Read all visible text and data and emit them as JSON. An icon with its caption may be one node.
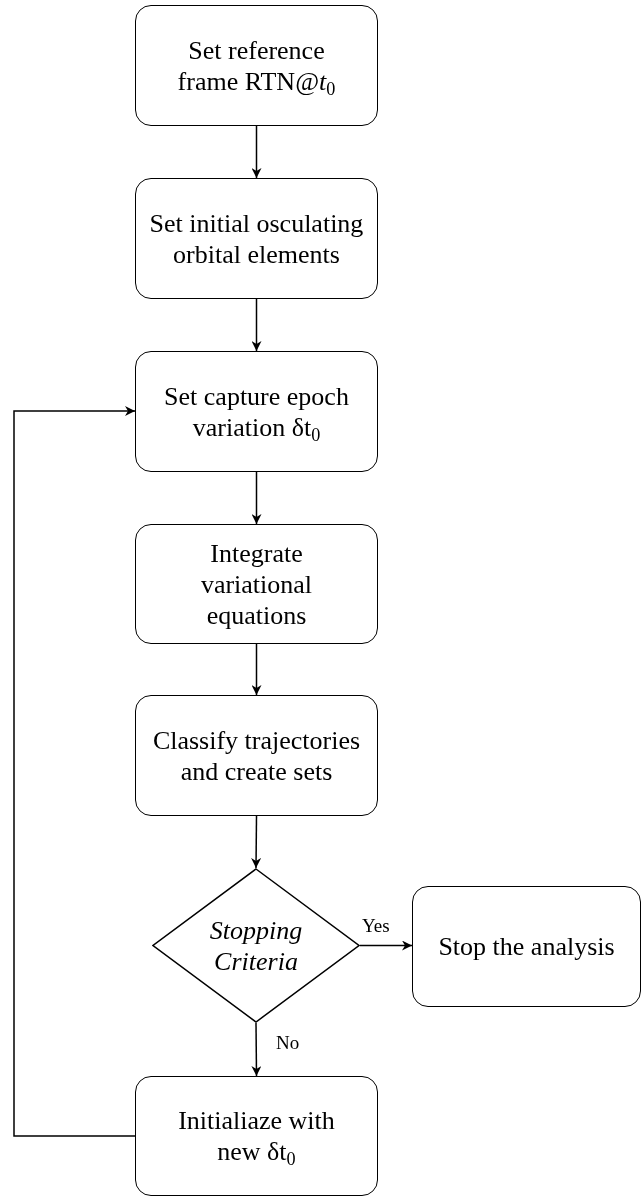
{
  "diagram": {
    "nodes": [
      {
        "text": [
          "Set reference frame RTN@*t*$_{0}$"
        ]
      },
      {
        "text": [
          "Set initial osculating orbital elements"
        ]
      },
      {
        "text": [
          "Set capture epoch variation δt$_{0}$"
        ]
      },
      {
        "text": [
          "Integrate variational equations"
        ]
      },
      {
        "text": [
          "Classify trajectories and create sets"
        ]
      },
      {
        "text": [
          "Stopping Criteria"
        ]
      },
      {
        "text": [
          "Stop the analysis"
        ]
      },
      {
        "text": [
          "Initialiaze with new δt$_{0}$"
        ]
      }
    ],
    "edges": [
      {
        "from": 0,
        "to": 1,
        "arrow": "to"
      },
      {
        "from": 1,
        "to": 2,
        "arrow": "to"
      },
      {
        "from": 2,
        "to": 3,
        "arrow": "to"
      },
      {
        "from": 3,
        "to": 4,
        "arrow": "to"
      },
      {
        "from": 4,
        "to": 5,
        "arrow": "to"
      },
      {
        "from": 5,
        "to": 6,
        "arrow": "to",
        "label": "Yes"
      },
      {
        "from": 5,
        "to": 7,
        "arrow": "to",
        "label": "No"
      },
      {
        "from": 7,
        "to": 2,
        "arrow": "to"
      }
    ]
  }
}
